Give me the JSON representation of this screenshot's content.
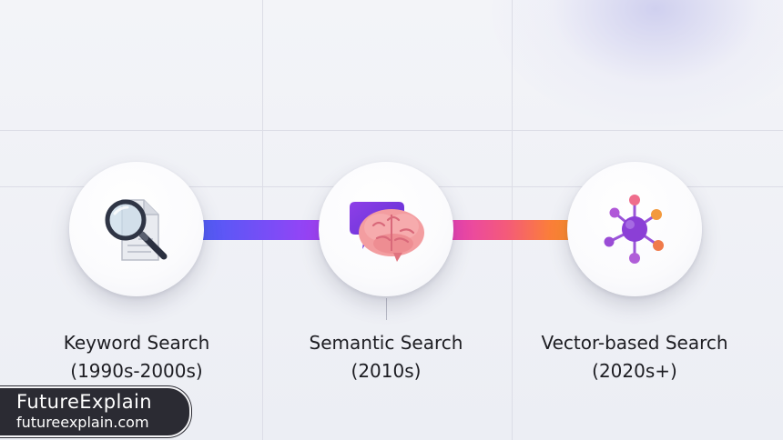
{
  "timeline": {
    "stages": [
      {
        "title": "Keyword Search",
        "period": "(1990s-2000s)",
        "icon": "magnifier-document-icon"
      },
      {
        "title": "Semantic Search",
        "period": "(2010s)",
        "icon": "brain-speech-bubble-icon"
      },
      {
        "title": "Vector-based Search",
        "period": "(2020s+)",
        "icon": "network-hub-icon"
      }
    ]
  },
  "brand": {
    "name": "FutureExplain",
    "url": "futureexplain.com"
  },
  "colors": {
    "connector_1_start": "#4f5cf5",
    "connector_1_end": "#a43ff4",
    "connector_2_start": "#e640b4",
    "connector_2_end": "#fd8e26",
    "network_hub": "#8b3fd6",
    "brain": "#f2969a",
    "speech_bubble": "#7a38e0"
  }
}
